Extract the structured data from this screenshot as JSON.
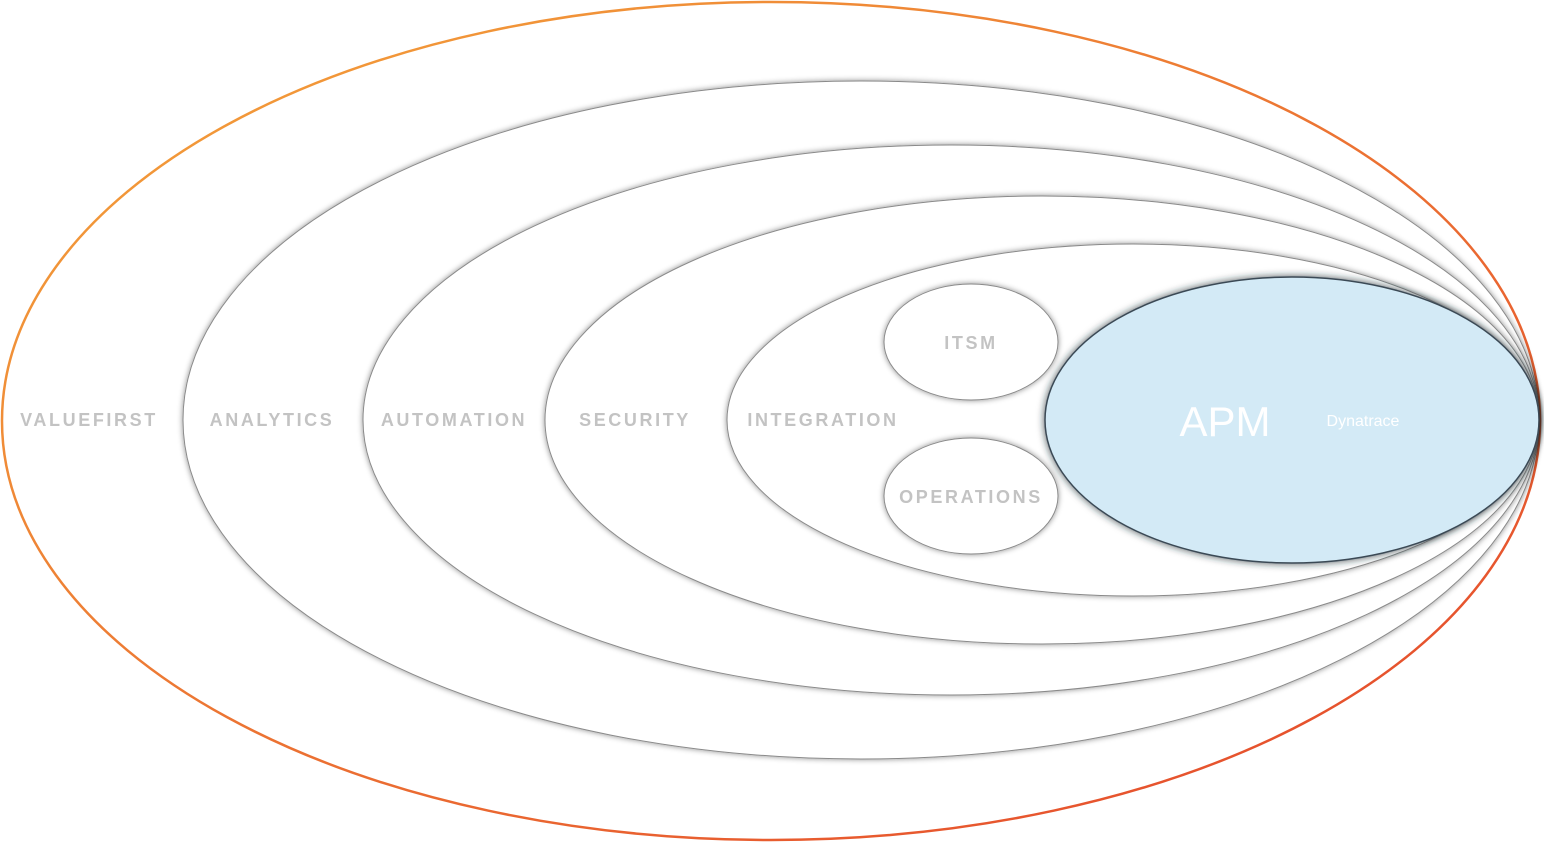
{
  "rings": [
    {
      "label": "VALUEFIRST"
    },
    {
      "label": "ANALYTICS"
    },
    {
      "label": "AUTOMATION"
    },
    {
      "label": "SECURITY"
    },
    {
      "label": "INTEGRATION"
    }
  ],
  "nodes": {
    "itsm": "ITSM",
    "operations": "OPERATIONS"
  },
  "core": {
    "label": "APM",
    "sublabel": "Dynatrace"
  },
  "colors": {
    "outer_gradient_start": "#f4a53b",
    "outer_gradient_end": "#e4452b",
    "label_gray": "#c3c3c3",
    "core_fill": "#d3eaf6",
    "core_text": "#ffffff"
  }
}
